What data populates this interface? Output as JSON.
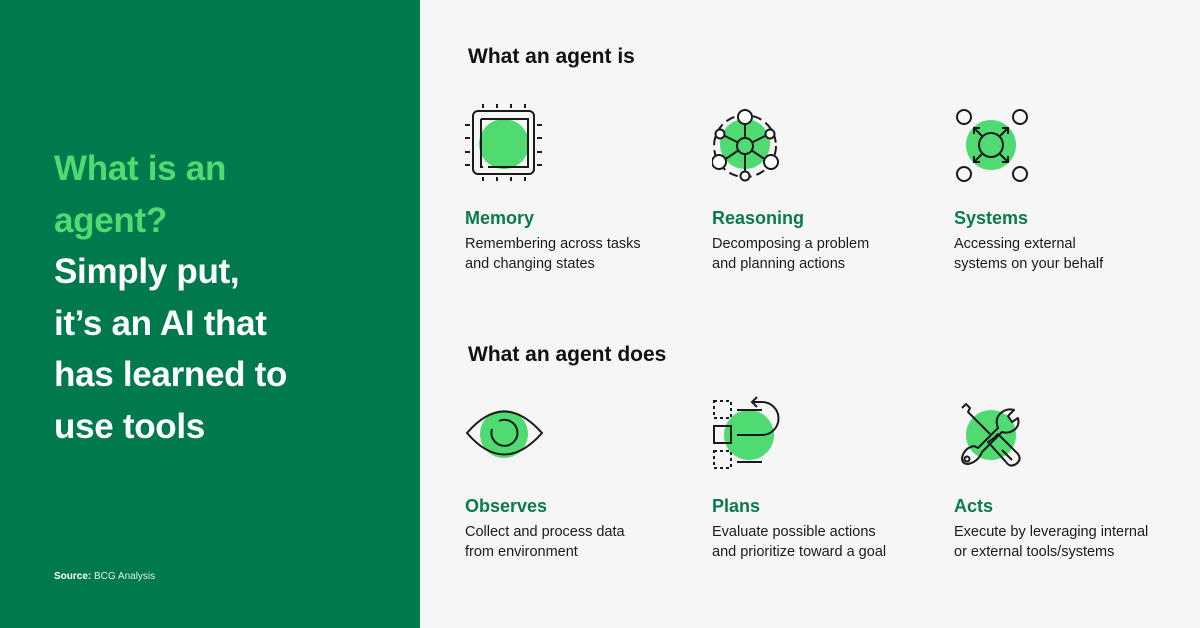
{
  "left_panel": {
    "headline_accent_line1": "What is an",
    "headline_accent_line2": "agent?",
    "headline_line1": "Simply put,",
    "headline_line2": "it’s an AI that",
    "headline_line3": "has learned to",
    "headline_line4": "use tools",
    "source_label": "Source:",
    "source_value": "BCG Analysis",
    "background_color": "#007a4d",
    "accent_color": "#4fdb72"
  },
  "sections": [
    {
      "title": "What an agent is",
      "items": [
        {
          "icon": "chip-icon",
          "title": "Memory",
          "desc_line1": "Remembering across tasks",
          "desc_line2": "and changing states"
        },
        {
          "icon": "network-icon",
          "title": "Reasoning",
          "desc_line1": "Decomposing a problem",
          "desc_line2": "and planning actions"
        },
        {
          "icon": "systems-icon",
          "title": "Systems",
          "desc_line1": "Accessing external",
          "desc_line2": "systems on your behalf"
        }
      ]
    },
    {
      "title": "What an agent does",
      "items": [
        {
          "icon": "eye-icon",
          "title": "Observes",
          "desc_line1": "Collect and process data",
          "desc_line2": "from environment"
        },
        {
          "icon": "plan-icon",
          "title": "Plans",
          "desc_line1": "Evaluate possible actions",
          "desc_line2": "and prioritize toward a goal"
        },
        {
          "icon": "tools-icon",
          "title": "Acts",
          "desc_line1": "Execute by leveraging internal",
          "desc_line2": "or external tools/systems"
        }
      ]
    }
  ],
  "colors": {
    "title_green": "#0b7a4a",
    "icon_green": "#4fdb72",
    "right_background": "#f6f6f6"
  }
}
